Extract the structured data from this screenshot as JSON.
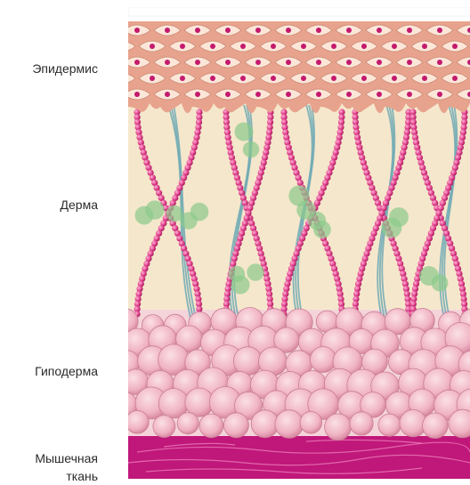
{
  "labels": {
    "epidermis": "Эпидермис",
    "dermis": "Дерма",
    "hypodermis": "Гиподерма",
    "muscle": "Мышечная ткань"
  },
  "colors": {
    "epidermis_bg": "#e7a38d",
    "epidermis_cell": "#fbe6d8",
    "nucleus": "#c4196f",
    "dermis_bg": "#f5e7cc",
    "collagen_bead": "#e34a8f",
    "elastin_fiber": "#6fa9b4",
    "fibroblast": "#8cc98a",
    "fat_cell": "#f2b8c6",
    "fat_bg": "#f5d4d9",
    "muscle": "#c0177a",
    "muscle_fiber": "#e87bb8"
  }
}
